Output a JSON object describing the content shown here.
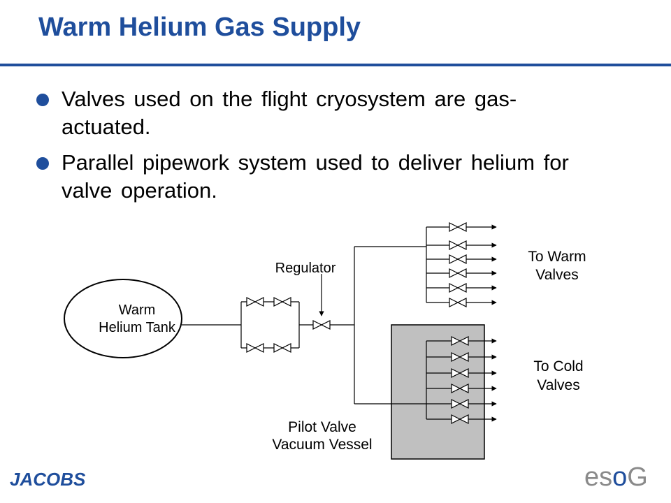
{
  "slide": {
    "title": "Warm Helium Gas Supply",
    "bullets": [
      "Valves used on the flight cryosystem are gas-actuated.",
      "Parallel pipework system used to deliver helium for valve operation."
    ]
  },
  "diagram": {
    "tank_label_line1": "Warm",
    "tank_label_line2": "Helium Tank",
    "regulator_label": "Regulator",
    "warm_valves_label_line1": "To Warm",
    "warm_valves_label_line2": "Valves",
    "cold_valves_label_line1": "To Cold",
    "cold_valves_label_line2": "Valves",
    "vessel_label_line1": "Pilot Valve",
    "vessel_label_line2": "Vacuum Vessel",
    "vessel_fill": "#c0c0c0"
  },
  "footer": {
    "left_logo": "JACOBS",
    "right_logo_a": "es",
    "right_logo_b": "o",
    "right_logo_c": "G"
  },
  "colors": {
    "accent": "#1f4e9c"
  }
}
